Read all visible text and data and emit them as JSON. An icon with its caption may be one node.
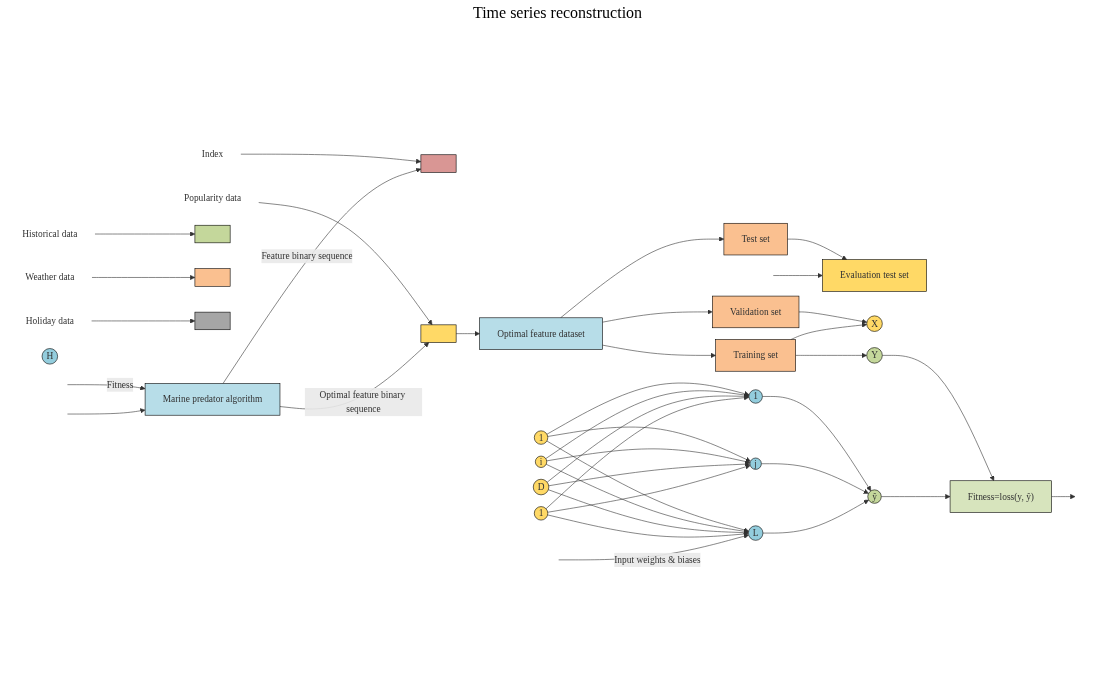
{
  "diagram": {
    "nodes": [
      {
        "text": [
          "Index"
        ]
      },
      {
        "text": [
          "Historical data"
        ]
      },
      {
        "text": [
          "Weather data"
        ]
      },
      {
        "text": [
          "Holiday data"
        ]
      },
      {
        "text": [
          "Popularity data"
        ]
      },
      {
        "text": [],
        "shape": "box"
      },
      {
        "text": [],
        "shape": "box"
      },
      {
        "text": [],
        "shape": "box"
      },
      {
        "text": [],
        "shape": "box"
      },
      {
        "text": [],
        "shape": "box"
      },
      {
        "text": [
          "Marine predator algorithm"
        ]
      },
      {
        "text": [
          "Optimal feature dataset"
        ]
      },
      {
        "text": [
          "Test set"
        ]
      },
      {
        "text": [
          "Validation set"
        ]
      },
      {
        "text": [
          "Training set"
        ]
      },
      {
        "text": [
          "Evaluation test set"
        ]
      },
      {
        "text": [
          "X"
        ]
      },
      {
        "text": [
          "H"
        ]
      },
      {
        "text": [
          "Y"
        ]
      },
      {
        "text": [
          "1"
        ]
      },
      {
        "text": [
          "i"
        ]
      },
      {
        "text": [
          "D"
        ]
      },
      {
        "text": [
          "1"
        ]
      },
      {
        "text": [
          "1"
        ]
      },
      {
        "text": [
          "j"
        ]
      },
      {
        "text": [
          "L"
        ]
      },
      {
        "text": [
          "ŷ"
        ]
      },
      {
        "text": [
          "Fitness=loss(y, ŷ)"
        ]
      }
    ],
    "edges": [
      {
        "from": 0,
        "to": 5,
        "arrow": "to"
      },
      {
        "from": 1,
        "to": 6,
        "arrow": "to"
      },
      {
        "from": 2,
        "to": 7,
        "arrow": "to"
      },
      {
        "from": 3,
        "to": 8,
        "arrow": "to"
      },
      {
        "from": 4,
        "to": 9,
        "arrow": "to"
      },
      {
        "from": 10,
        "to": 5,
        "label": "Feature binary sequence",
        "arrow": "to"
      },
      {
        "from": null,
        "to": 10,
        "label": "Fitness",
        "arrow": "to"
      },
      {
        "from": 10,
        "to": 9,
        "label": "Optimal feature binary sequence",
        "arrow": "to"
      },
      {
        "from": null,
        "to": 10,
        "arrow": "to"
      },
      {
        "from": 9,
        "to": 11,
        "arrow": "to"
      },
      {
        "from": 11,
        "to": 12,
        "arrow": "to"
      },
      {
        "from": 11,
        "to": 13,
        "arrow": "to"
      },
      {
        "from": 11,
        "to": 14,
        "arrow": "to"
      },
      {
        "from": 12,
        "to": 15,
        "arrow": "to"
      },
      {
        "from": null,
        "to": 15,
        "arrow": "to"
      },
      {
        "from": 13,
        "to": 16,
        "arrow": "to"
      },
      {
        "from": 14,
        "to": 16,
        "arrow": "to"
      },
      {
        "from": 14,
        "to": 18,
        "arrow": "to"
      },
      {
        "from": 19,
        "to": 23,
        "arrow": "to"
      },
      {
        "from": 19,
        "to": 24,
        "arrow": "to"
      },
      {
        "from": 19,
        "to": 25,
        "arrow": "to"
      },
      {
        "from": 20,
        "to": 23,
        "arrow": "to"
      },
      {
        "from": 20,
        "to": 24,
        "arrow": "to"
      },
      {
        "from": 20,
        "to": 25,
        "arrow": "to"
      },
      {
        "from": 21,
        "to": 23,
        "arrow": "to"
      },
      {
        "from": 21,
        "to": 24,
        "arrow": "to"
      },
      {
        "from": 21,
        "to": 25,
        "arrow": "to"
      },
      {
        "from": 22,
        "to": 23,
        "arrow": "to"
      },
      {
        "from": 22,
        "to": 24,
        "arrow": "to"
      },
      {
        "from": 22,
        "to": 25,
        "arrow": "to"
      },
      {
        "from": 23,
        "to": 26,
        "arrow": "to"
      },
      {
        "from": 24,
        "to": 26,
        "arrow": "to"
      },
      {
        "from": 25,
        "to": 26,
        "arrow": "to"
      },
      {
        "from": 18,
        "to": 27,
        "arrow": "to"
      },
      {
        "from": 26,
        "to": 27,
        "arrow": "to"
      },
      {
        "from": 27,
        "to": null,
        "arrow": "to"
      },
      {
        "from": null,
        "to": 25,
        "label": "Input weights & biases",
        "arrow": "to"
      }
    ],
    "labels": [
      "Time series reconstruction"
    ]
  }
}
